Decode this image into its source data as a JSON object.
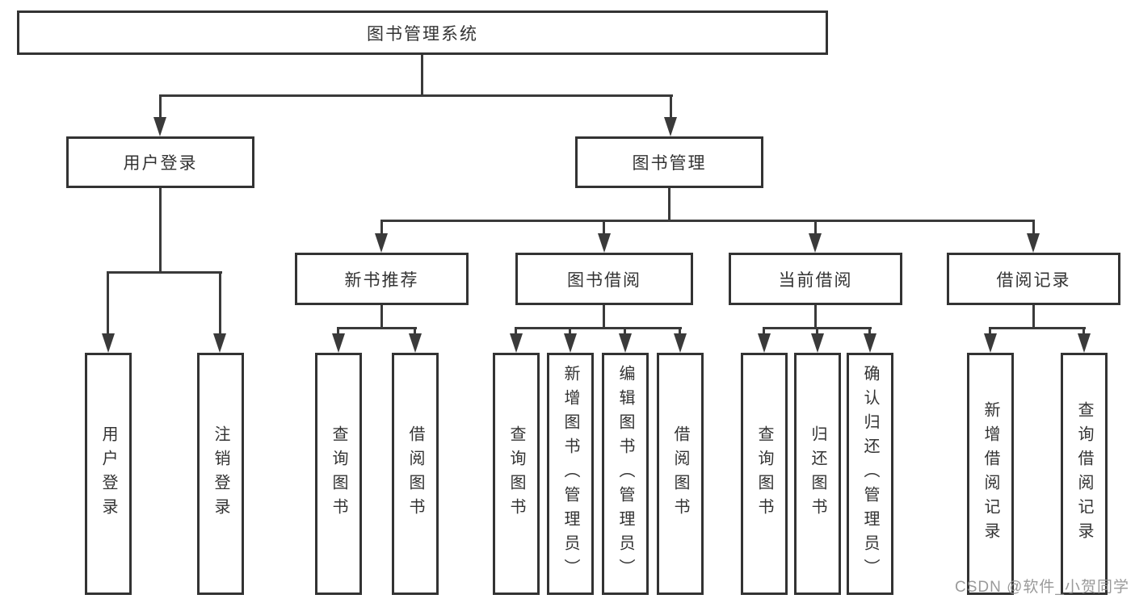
{
  "nodes": {
    "root": "图书管理系统",
    "user_login": "用户登录",
    "book_mgmt": "图书管理",
    "new_book_rec": "新书推荐",
    "book_borrow": "图书借阅",
    "current_borrow": "当前借阅",
    "borrow_record": "借阅记录",
    "ul_user_login": "用户登录",
    "ul_logout": "注销登录",
    "nbr_query_book": "查询图书",
    "nbr_borrow_book": "借阅图书",
    "bb_query_book": "查询图书",
    "bb_add_book": "新增图书（管理员）",
    "bb_edit_book": "编辑图书（管理员）",
    "bb_borrow_book": "借阅图书",
    "cb_query_book": "查询图书",
    "cb_return_book": "归还图书",
    "cb_confirm_return": "确认归还（管理员）",
    "br_add_record": "新增借阅记录",
    "br_query_record": "查询借阅记录"
  },
  "watermark": "CSDN @软件_小贺同学",
  "colors": {
    "border": "#333333",
    "line": "#3a3a3a",
    "text": "#333333",
    "watermark": "#919191",
    "background": "#ffffff"
  }
}
